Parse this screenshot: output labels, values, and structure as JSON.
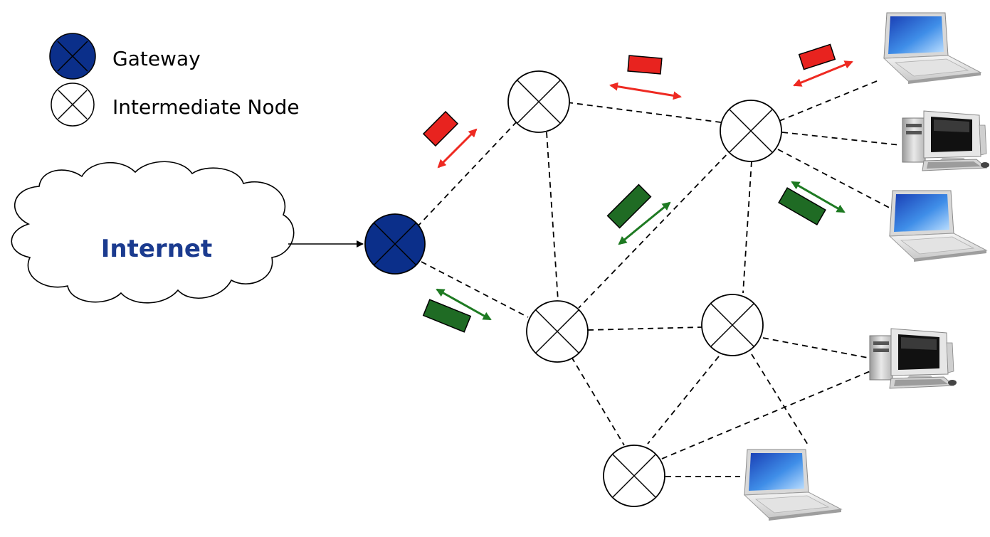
{
  "legend": {
    "gateway_label": "Gateway",
    "intermediate_label": "Intermediate Node"
  },
  "cloud": {
    "label": "Internet"
  },
  "colors": {
    "gateway_fill": "#0b2f8a",
    "red_packet": "#e8231f",
    "green_packet": "#1f6b24",
    "red_arrow": "#ee2a22",
    "green_arrow": "#1e7a22",
    "cloud_text": "#1b3b8f"
  },
  "icons": {
    "gateway": "gateway-node-icon",
    "intermediate": "intermediate-node-icon",
    "laptop": "laptop-icon",
    "desktop": "desktop-computer-icon",
    "cloud": "internet-cloud-icon"
  }
}
